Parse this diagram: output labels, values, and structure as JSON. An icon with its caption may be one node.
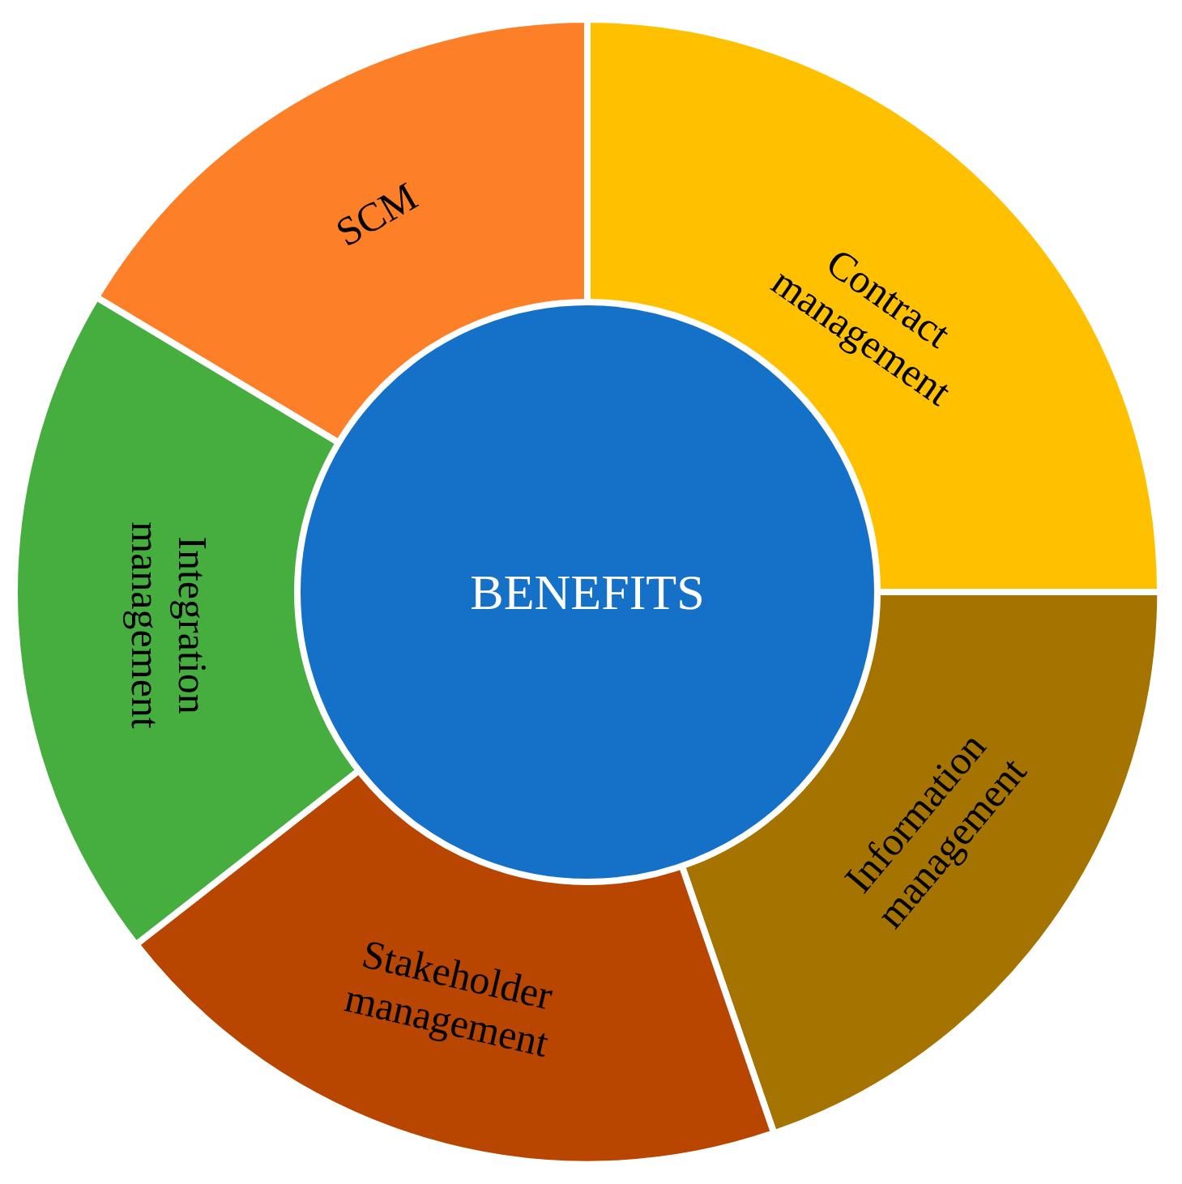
{
  "diagram": {
    "nodes": [
      {
        "text": [
          "BENEFITS"
        ]
      },
      {
        "text": [
          "SCM"
        ]
      },
      {
        "text": [
          "Contract management"
        ]
      },
      {
        "text": [
          "Information management"
        ]
      },
      {
        "text": [
          "Stakeholder management"
        ]
      },
      {
        "text": [
          "Integration management"
        ]
      }
    ]
  }
}
